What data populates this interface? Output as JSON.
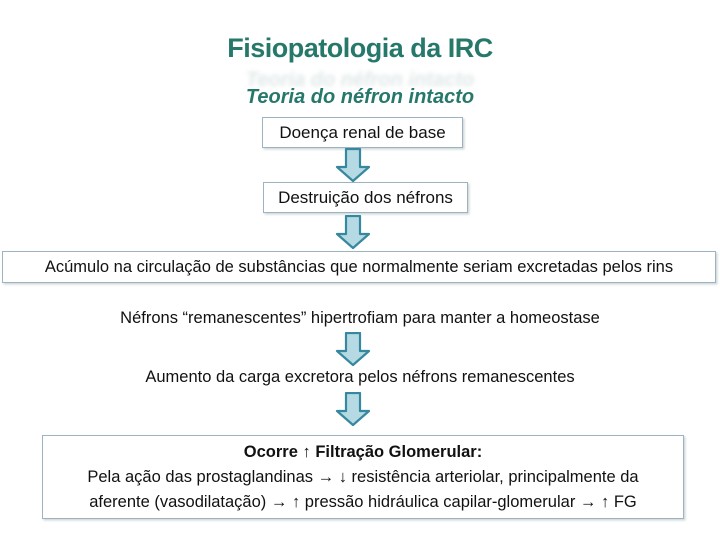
{
  "slide": {
    "title": "Fisiopatologia da IRC",
    "subtitle": "Teoria do néfron intacto"
  },
  "flow": {
    "box_base_disease": "Doença renal de base",
    "box_nephron_destruction": "Destruição dos néfrons",
    "box_accumulation": "Acúmulo na circulação de substâncias que normalmente seriam excretadas pelos rins",
    "text_remnant_hypertrophy": "Néfrons “remanescentes” hipertrofiam para manter a homeostase",
    "text_increased_load": "Aumento da carga excretora pelos néfrons remanescentes",
    "final_box": {
      "heading": "Ocorre ↑ Filtração Glomerular:",
      "line1": "Pela ação das prostaglandinas → ↓ resistência arteriolar, principalmente da",
      "line2": "aferente (vasodilatação) → ↑ pressão hidráulica capilar-glomerular → ↑ FG"
    }
  },
  "icons": {
    "down_arrow": "down-block-arrow-icon"
  },
  "colors": {
    "accent_teal": "#26786b",
    "arrow_fill": "#b5dae3",
    "arrow_stroke": "#37889f",
    "box_border": "#9db3c2"
  }
}
